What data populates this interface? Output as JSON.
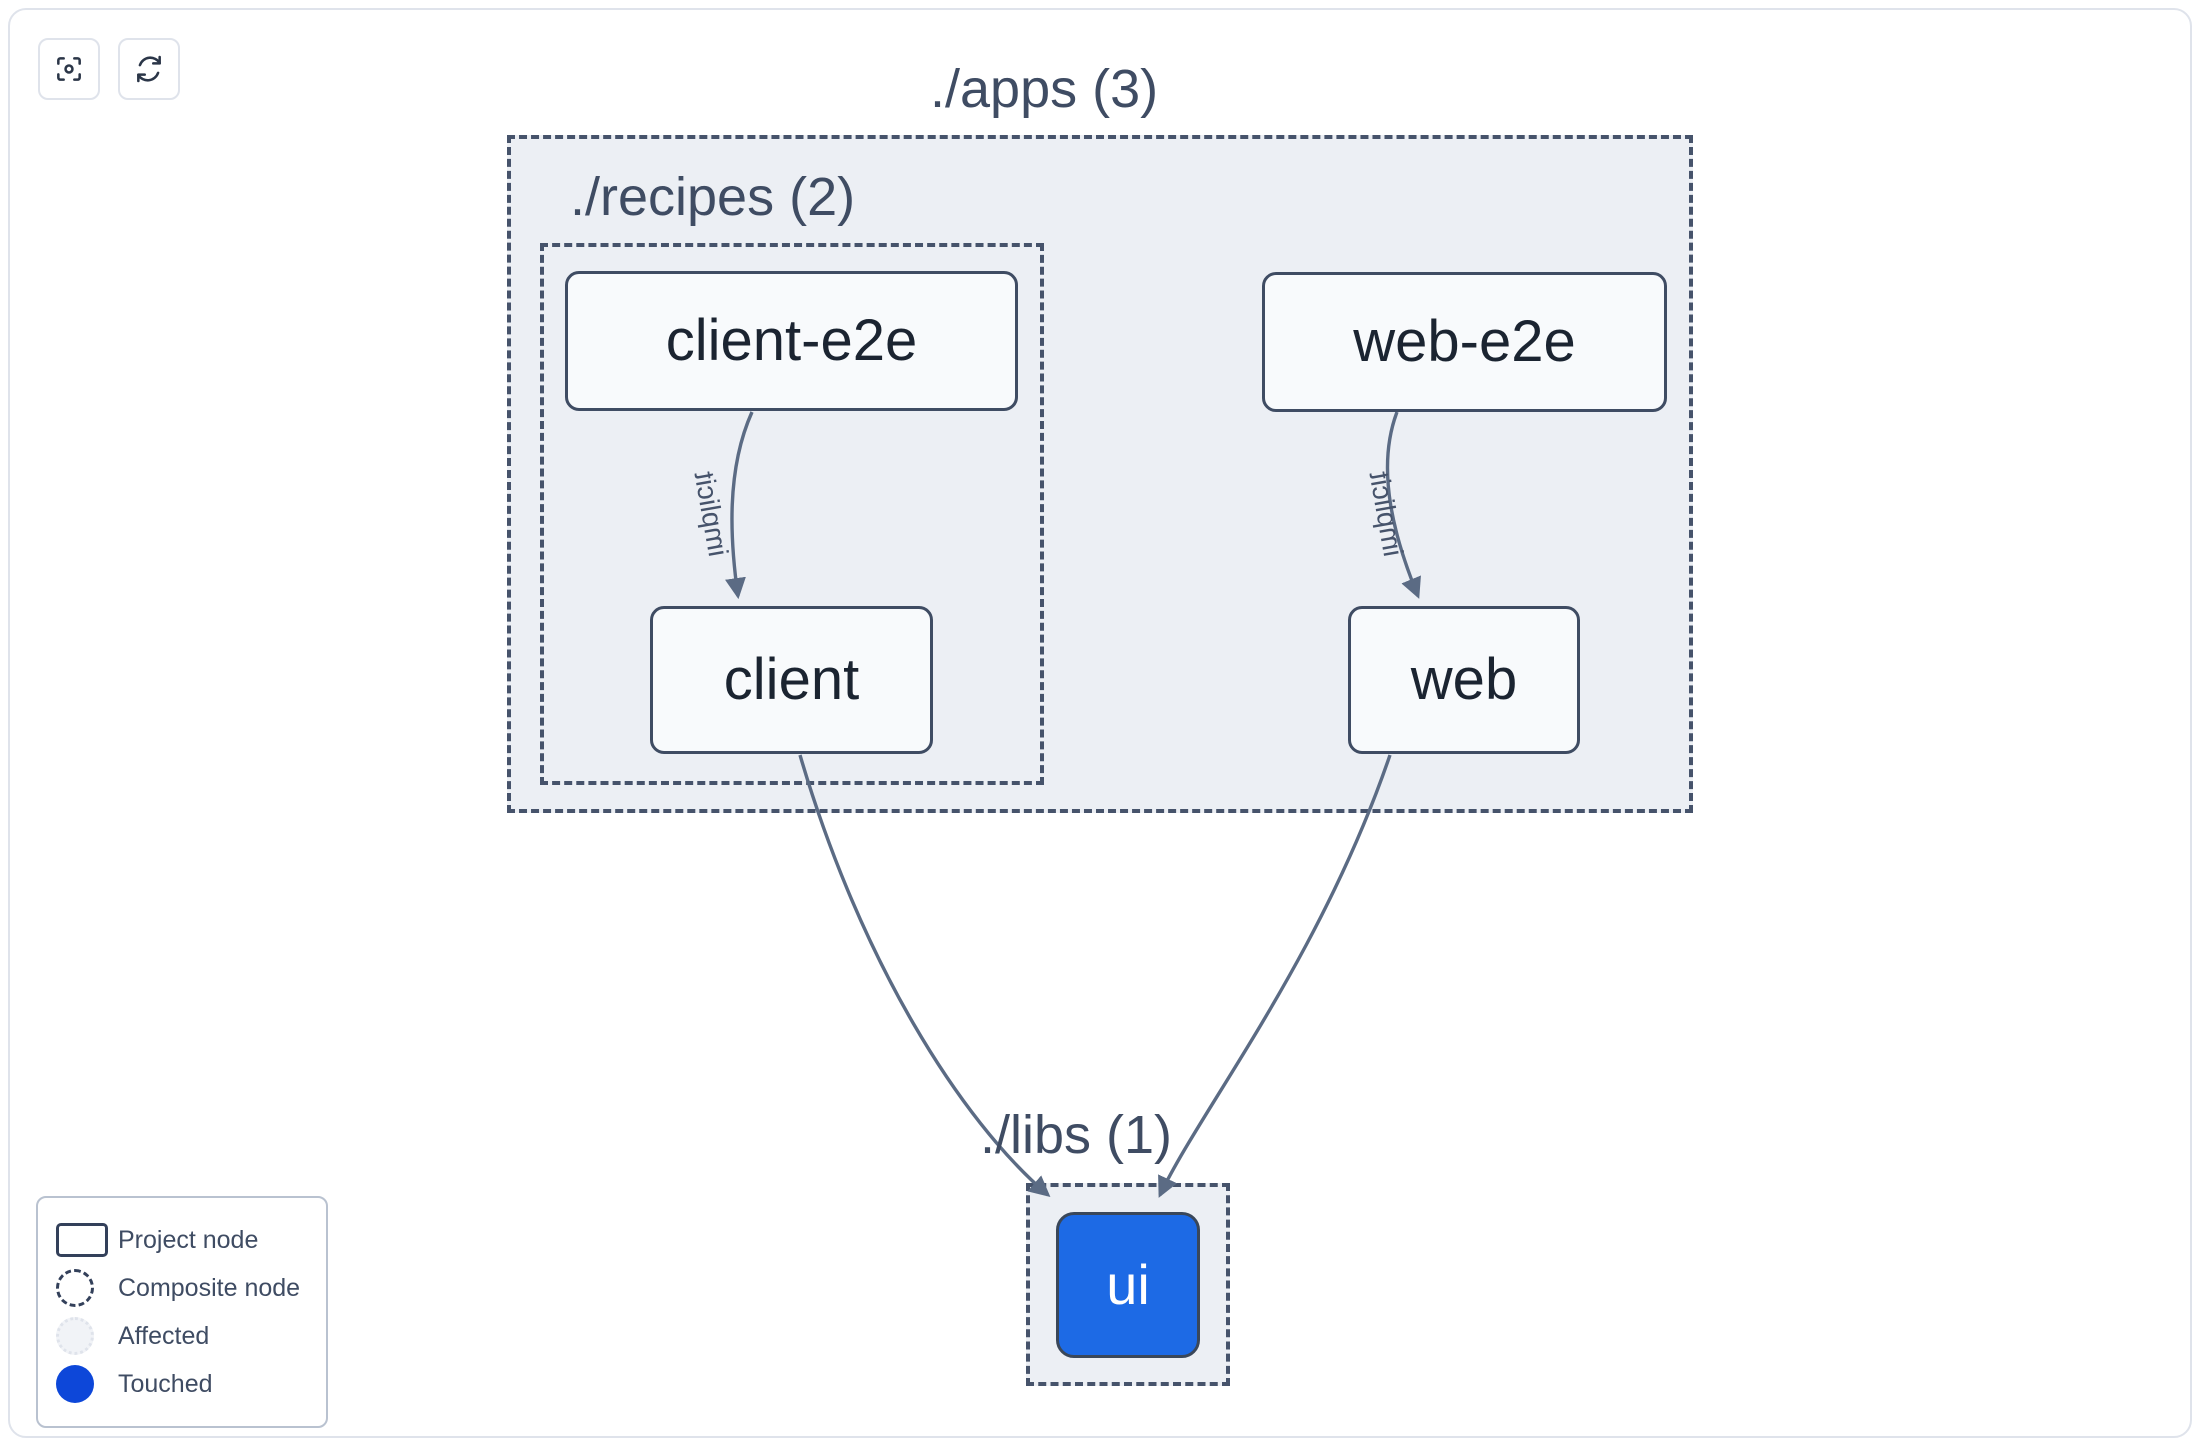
{
  "toolbar": {
    "buttons": [
      {
        "name": "focus-graph",
        "icon": "focus-target-icon",
        "label": ""
      },
      {
        "name": "refresh-graph",
        "icon": "refresh-icon",
        "label": ""
      }
    ]
  },
  "graph": {
    "containers": [
      {
        "id": "apps",
        "label": "./apps (3)",
        "count": 3
      },
      {
        "id": "recipes",
        "label": "./recipes (2)",
        "count": 2
      },
      {
        "id": "libs",
        "label": "./libs (1)",
        "count": 1
      }
    ],
    "nodes": [
      {
        "id": "client-e2e",
        "label": "client-e2e",
        "state": "normal",
        "parent": "recipes"
      },
      {
        "id": "web-e2e",
        "label": "web-e2e",
        "state": "normal",
        "parent": "apps"
      },
      {
        "id": "client",
        "label": "client",
        "state": "normal",
        "parent": "recipes"
      },
      {
        "id": "web",
        "label": "web",
        "state": "normal",
        "parent": "apps"
      },
      {
        "id": "ui",
        "label": "ui",
        "state": "touched",
        "parent": "libs"
      }
    ],
    "edges": [
      {
        "from": "client-e2e",
        "to": "client",
        "label": "implicit"
      },
      {
        "from": "web-e2e",
        "to": "web",
        "label": "implicit"
      },
      {
        "from": "client",
        "to": "ui",
        "label": ""
      },
      {
        "from": "web",
        "to": "ui",
        "label": ""
      }
    ]
  },
  "legend": {
    "items": [
      {
        "label": "Project node",
        "symbol": "rounded-rect-outline"
      },
      {
        "label": "Composite node",
        "symbol": "dashed-circle"
      },
      {
        "label": "Affected",
        "symbol": "dotted-circle"
      },
      {
        "label": "Touched",
        "symbol": "filled-circle"
      }
    ]
  },
  "colors": {
    "touched": "#0d47d9",
    "node_border": "#3f4c63",
    "node_fill": "#f8fafc",
    "container_fill": "#eceff4",
    "container_border": "#46536b",
    "edge": "#5b6b84",
    "text": "#1b2431"
  }
}
